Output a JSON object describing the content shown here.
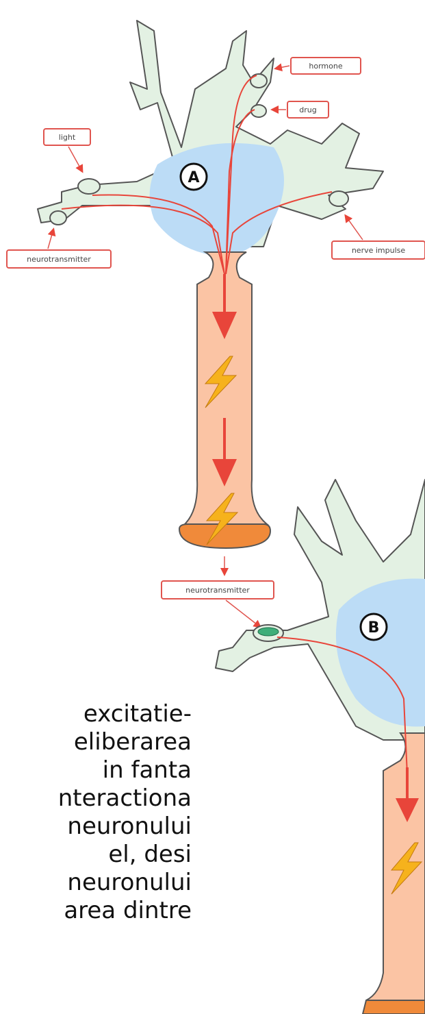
{
  "labels": {
    "hormone": "hormone",
    "drug": "drug",
    "light": "light",
    "nerve_impulse": "nerve impulse",
    "neurotransmitter_top": "neurotransmitter",
    "neurotransmitter_mid": "neurotransmitter",
    "neuron_a": "A",
    "neuron_b": "B"
  },
  "text_lines": [
    "excitatie-",
    "eliberarea",
    "in    fanta",
    "nteractiona",
    "neuronului",
    "el,        desi",
    "neuronului",
    "area dintre"
  ],
  "colors": {
    "dendrite": "#e3f1e3",
    "soma": "#bcdcf6",
    "axon": "#fbc4a4",
    "terminal": "#f08a3a",
    "arrow": "#e8453a",
    "bolt": "#f6b21c",
    "label_border": "#e0544e"
  }
}
